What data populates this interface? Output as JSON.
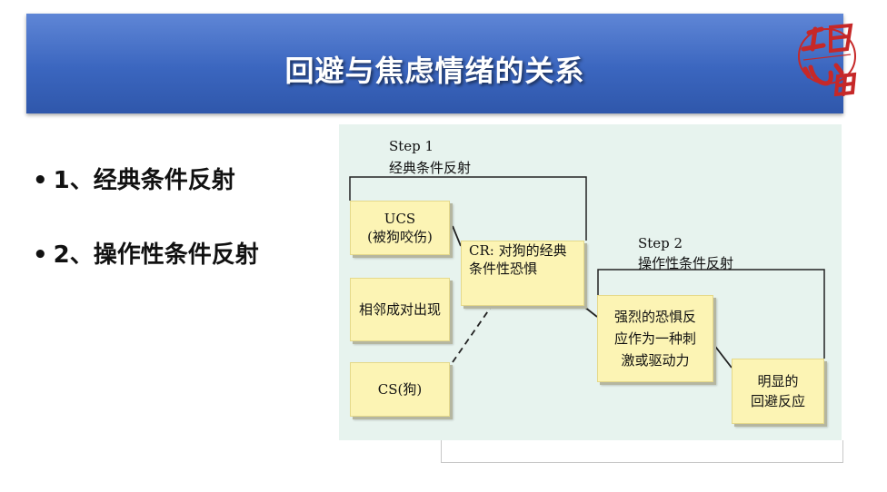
{
  "header": {
    "title": "回避与焦虑情绪的关系",
    "logo_icon": "seal-logo"
  },
  "bullets": [
    "1、经典条件反射",
    "2、操作性条件反射"
  ],
  "diagram": {
    "step1": {
      "title": "Step 1",
      "subtitle": "经典条件反射"
    },
    "step2": {
      "title": "Step 2",
      "subtitle": "操作性条件反射"
    },
    "nodes": {
      "ucs": {
        "line1": "UCS",
        "line2": "(被狗咬伤)"
      },
      "neighbor": "相邻成对出现",
      "cs": "CS(狗)",
      "cr": {
        "line1": "CR: 对狗的经典",
        "line2": "条件性恐惧"
      },
      "fear": {
        "line1": "强烈的恐惧反",
        "line2": "应作为一种刺",
        "line3": "激或驱动力"
      },
      "avoid": {
        "line1": "明显的",
        "line2": "回避反应"
      }
    }
  },
  "colors": {
    "banner": "#3b66bf",
    "box_fill": "#fcf4b4",
    "diagram_bg": "#e7f3ee",
    "logo": "#c62828"
  }
}
